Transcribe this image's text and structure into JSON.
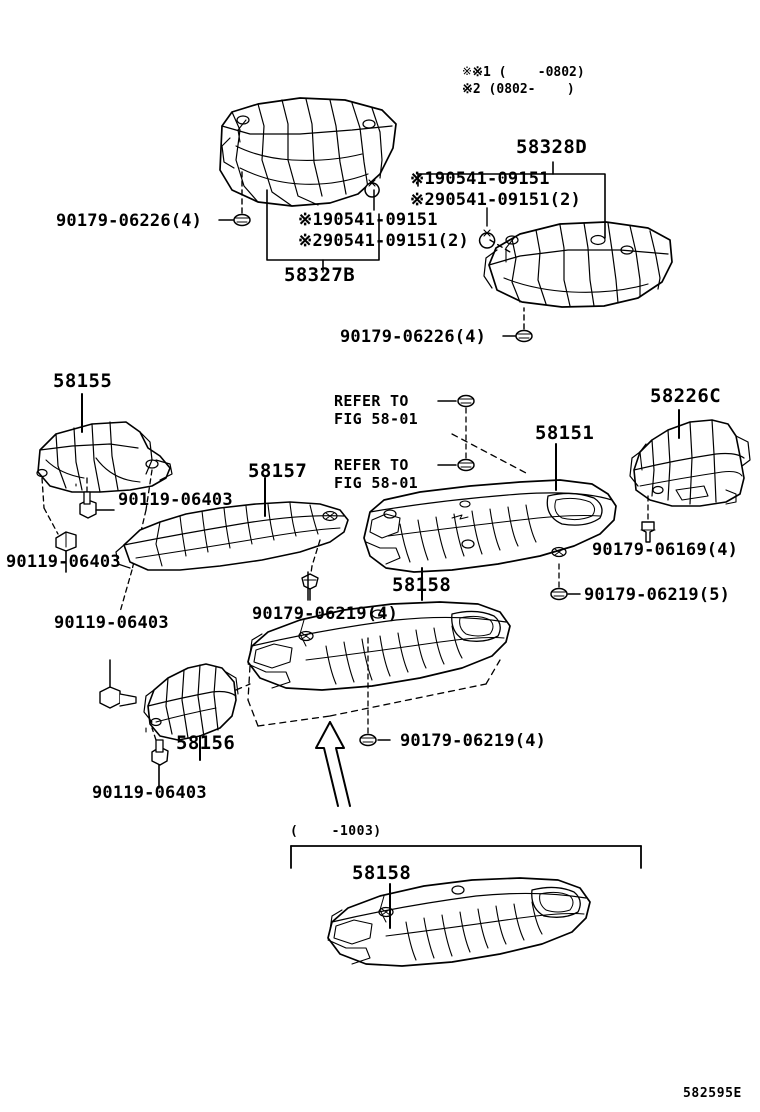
{
  "diagram": {
    "code": "582595E",
    "legend": [
      {
        "mark": "※1",
        "text": "(    -0802)"
      },
      {
        "mark": "※2",
        "text": "(0802-    )"
      }
    ]
  },
  "labels": {
    "heat_insulator_no3_rr": "58327B",
    "heat_insulator_no4_rr": "58328D",
    "bolt_top_left": "90179-06226(4)",
    "bolt_top_right": "90179-06226(4)",
    "clip_set1_left": "※190541-09151",
    "clip_set2_left": "※290541-09151(2)",
    "clip_set1_right": "※190541-09151",
    "clip_set2_right": "※290541-09151(2)",
    "insulator_58155": "58155",
    "insulator_58157": "58157",
    "insulator_58151": "58151",
    "insulator_58158": "58158",
    "insulator_58156": "58156",
    "bracket_58226c": "58226C",
    "bolt_90119_a": "90119-06403",
    "bolt_90119_b": "90119-06403",
    "bolt_90119_c": "90119-06403",
    "bolt_90119_d": "90119-06403",
    "bolt_90179_06219_a": "90179-06219(4)",
    "bolt_90179_06219_b": "90179-06219(4)",
    "bolt_90179_06219_c": "90179-06219(5)",
    "bolt_90179_06169": "90179-06169(4)",
    "refer_a_line1": "REFER TO",
    "refer_a_line2": "FIG 58-01",
    "refer_b_line1": "REFER TO",
    "refer_b_line2": "FIG 58-01",
    "variant_range": "(    -1003)",
    "insulator_58158_variant": "58158"
  }
}
